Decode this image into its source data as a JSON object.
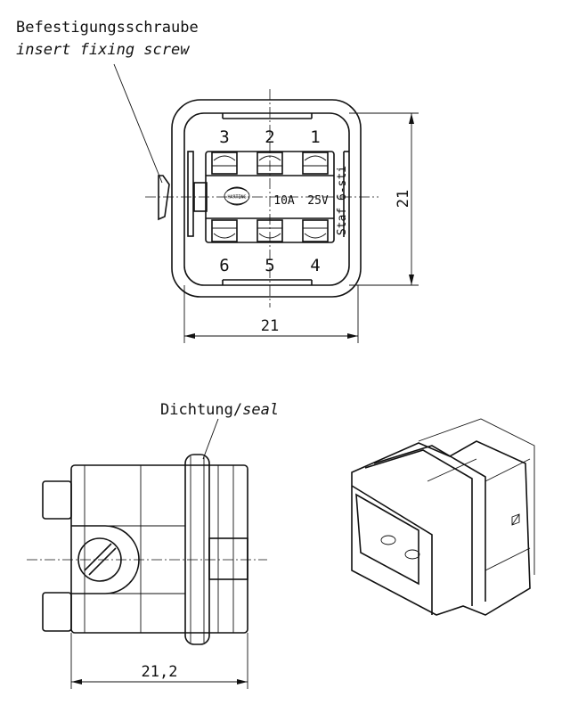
{
  "labels": {
    "screw_de": "Befestigungsschraube",
    "screw_en": "insert fixing screw",
    "seal": "Dichtung/",
    "seal_en": "seal"
  },
  "front_view": {
    "contacts_top": [
      "3",
      "2",
      "1"
    ],
    "contacts_bottom": [
      "6",
      "5",
      "4"
    ],
    "logo": "HARTING",
    "current": "10A",
    "voltage": "25V",
    "part_marking": "Staf 6-sti",
    "dim_height": "21",
    "dim_width": "21"
  },
  "side_view": {
    "dim_length": "21,2"
  }
}
